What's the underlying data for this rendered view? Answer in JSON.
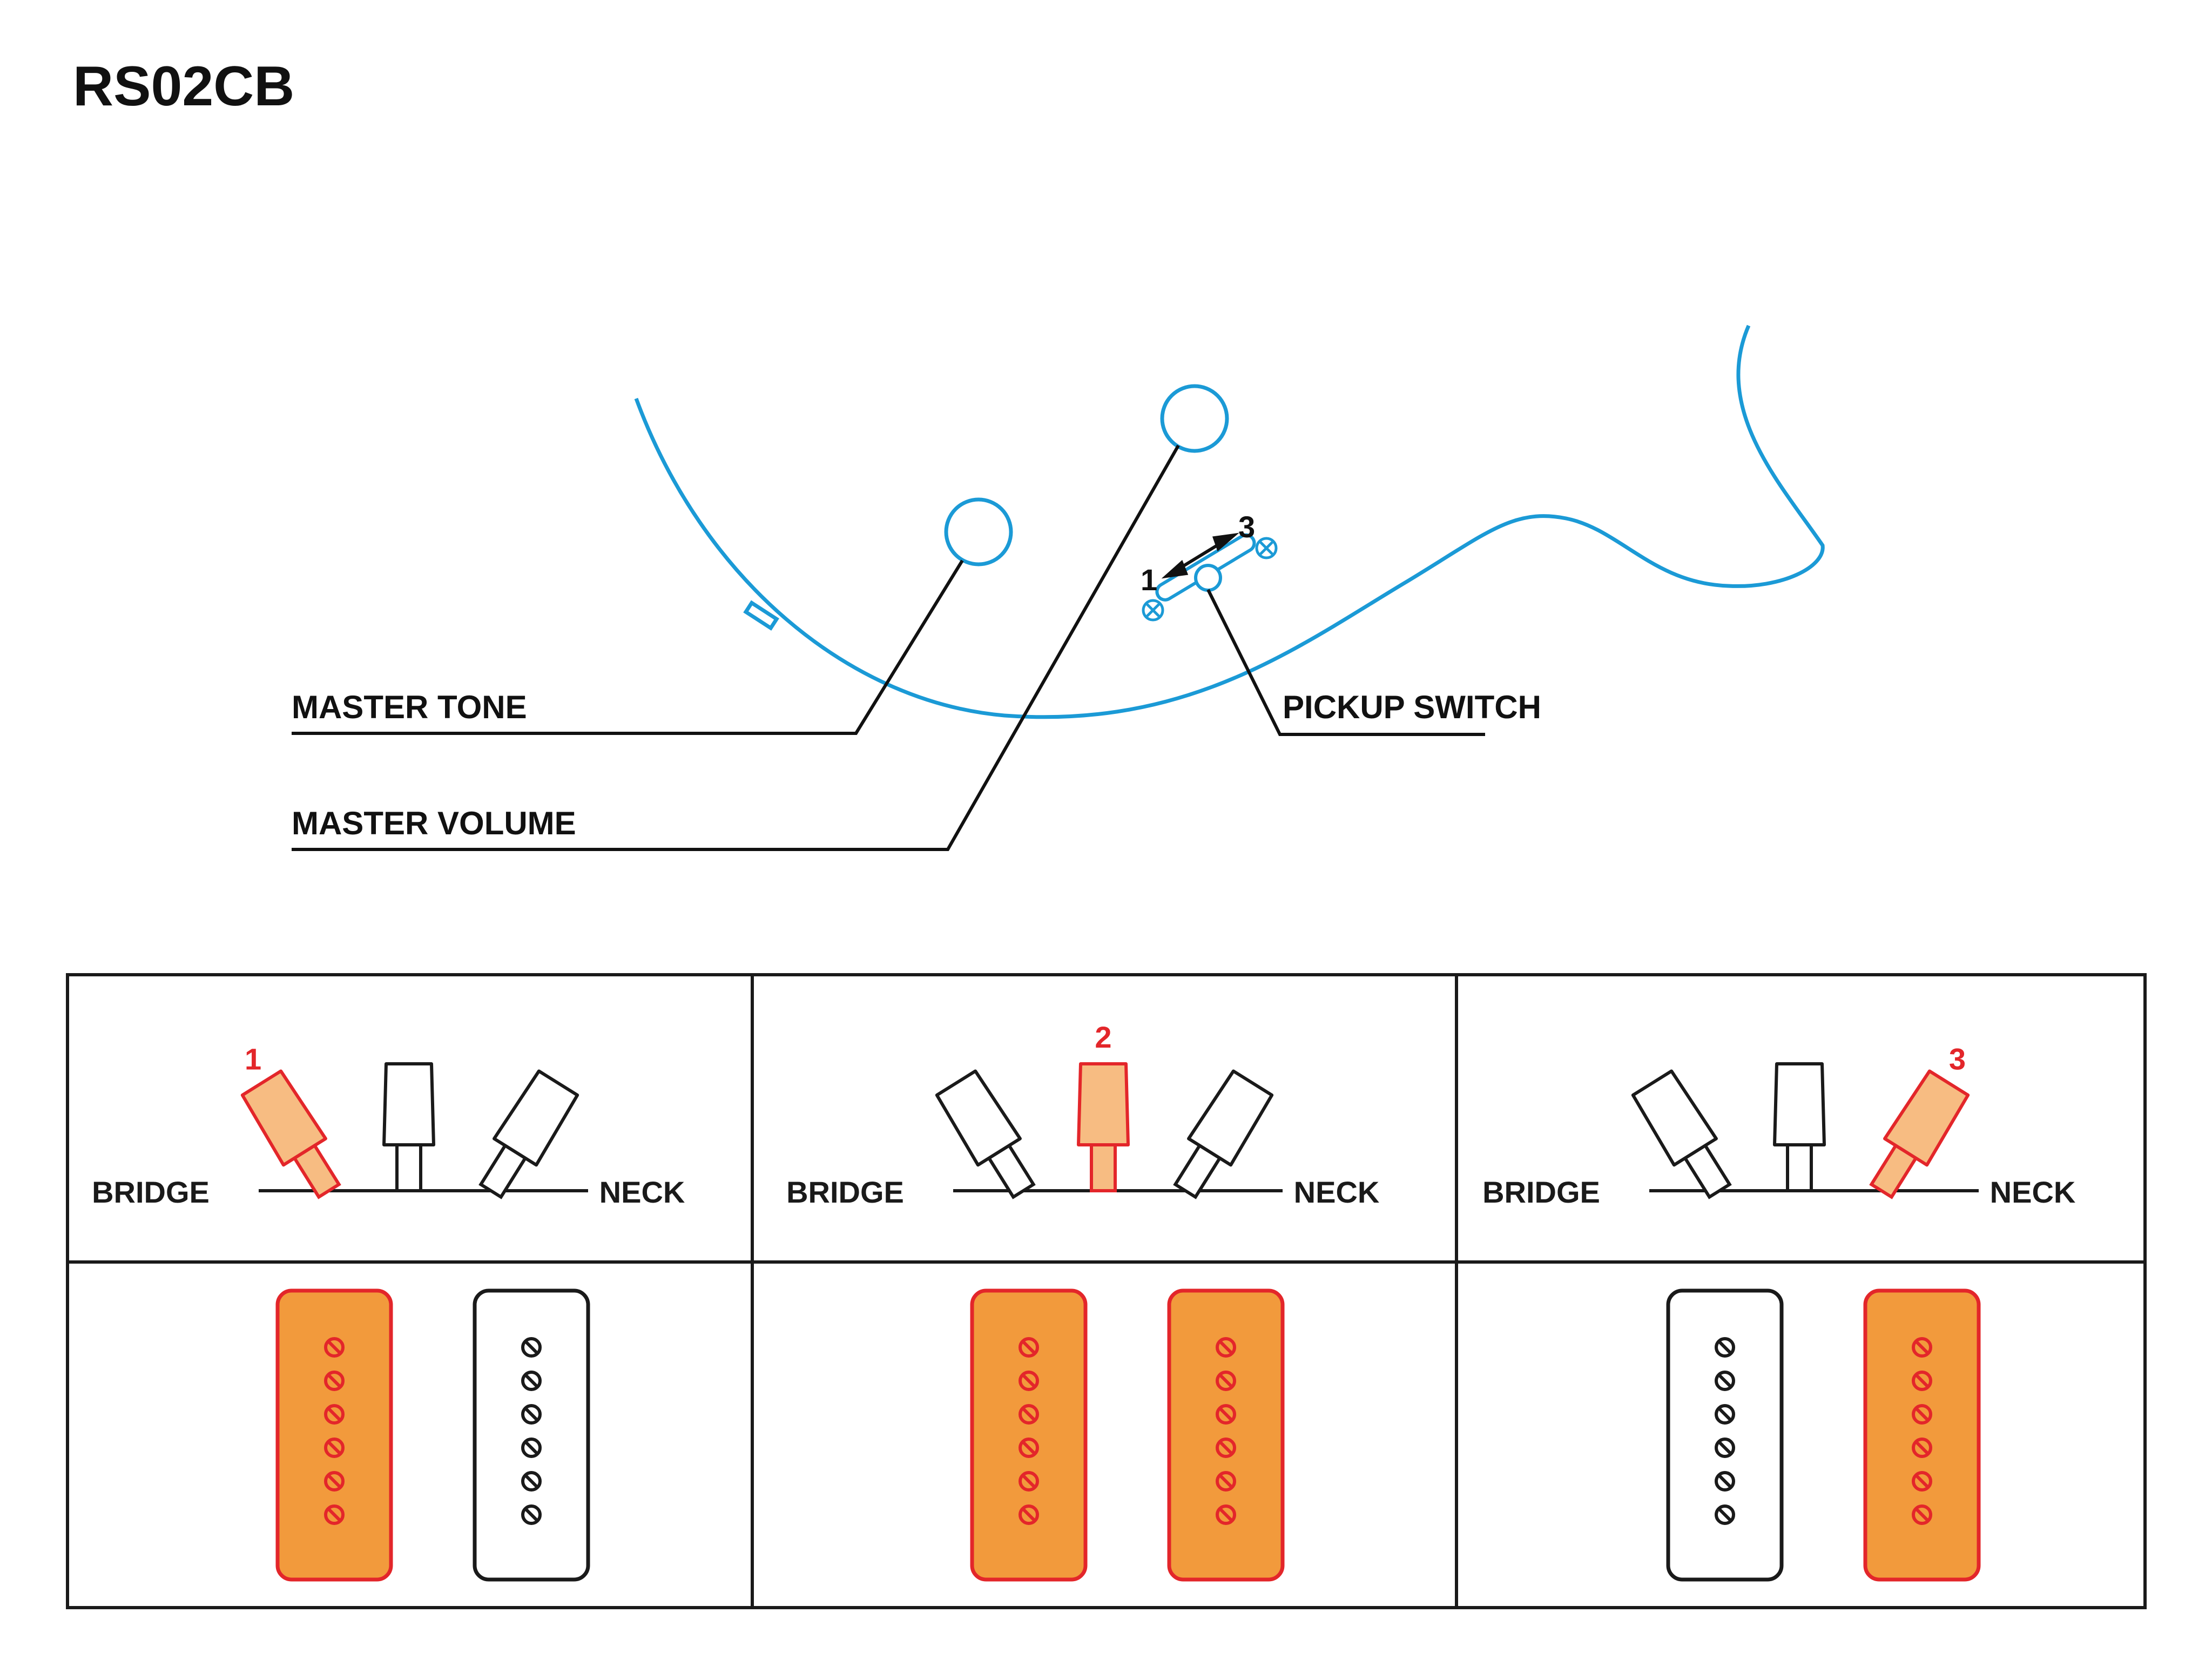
{
  "title": "RS02CB",
  "labels": {
    "master_tone": "MASTER TONE",
    "master_volume": "MASTER VOLUME",
    "pickup_switch": "PICKUP SWITCH",
    "switch_pos_left": "1",
    "switch_pos_right": "3"
  },
  "positions": [
    {
      "number": "1",
      "bridge_label": "BRIDGE",
      "neck_label": "NECK",
      "active_pickups": [
        "bridge"
      ]
    },
    {
      "number": "2",
      "bridge_label": "BRIDGE",
      "neck_label": "NECK",
      "active_pickups": [
        "bridge",
        "neck"
      ]
    },
    {
      "number": "3",
      "bridge_label": "BRIDGE",
      "neck_label": "NECK",
      "active_pickups": [
        "neck"
      ]
    }
  ],
  "colors": {
    "body_outline": "#1b9ad6",
    "active_fill": "#f29a3c",
    "active_outline": "#e3262a",
    "active_lever_fill": "#f7bc82",
    "active_number": "#e3262a",
    "ink": "#1a1a1a"
  }
}
